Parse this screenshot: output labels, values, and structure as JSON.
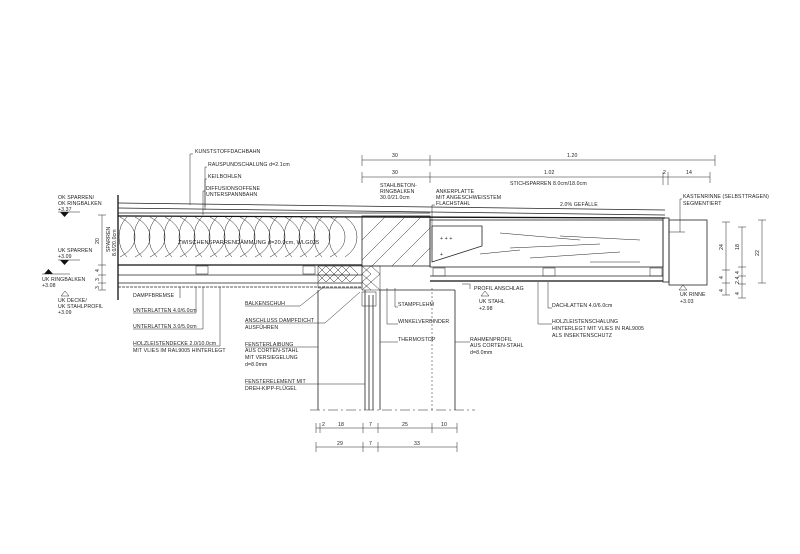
{
  "title": "Detail Dachanschluss / Fenster",
  "top_dims": {
    "row1": [
      "30",
      "1.20"
    ],
    "row2": [
      "30",
      "1.02",
      "2",
      "14"
    ]
  },
  "bottom_dims": {
    "row1": [
      "2",
      "18",
      "7",
      "25",
      "10"
    ],
    "row2": [
      "29",
      "7",
      "33"
    ]
  },
  "right_dims": {
    "col1": [
      "24",
      "4",
      "4"
    ],
    "col2": [
      "18",
      "4",
      "2.4",
      "4"
    ],
    "col3": [
      "22"
    ]
  },
  "left_dims": [
    "20",
    "4",
    "3",
    "3"
  ],
  "levels": {
    "ok_sparren": [
      "OK SPARREN/",
      "OK RINGBALKEN",
      "+3.37"
    ],
    "uk_sparren": [
      "UK SPARREN",
      "+3.09"
    ],
    "uk_ringbalken": [
      "UK RINGBALKEN",
      "+3.08"
    ],
    "uk_decke": [
      "UK DECKE/",
      "UK STAHLPROFIL",
      "+3.09"
    ],
    "uk_stahl": [
      "UK STAHL",
      "+2.98"
    ],
    "uk_rinne": [
      "UK RINNE",
      "+3.03"
    ]
  },
  "labels": {
    "kunststoffdachbahn": "KUNSTSTOFFDACHBAHN",
    "rauspund": "RAUSPUNDSCHALUNG d=2.1cm",
    "keilbohlen": "KEILBOHLEN",
    "diffusion": [
      "DIFFUSIONSOFFENE",
      "UNTERSPANNBAHN"
    ],
    "daemmung": "ZWISCHENSPARRENDÄMMUNG d=20.0cm, WLG035",
    "sparren": [
      "SPARREN",
      "8.0/20.0cm"
    ],
    "dampfbremse": "DAMPFBREMSE",
    "unterlatten1": "UNTERLATTEN 4.0/6.0cm",
    "unterlatten2": "UNTERLATTEN 3.0/5.0cm",
    "holzleistendecke": [
      "HOLZLEISTENDECKE 2.0/10.0cm",
      "MIT VLIES IM RAL9005 HINTERLEGT"
    ],
    "balkenschuh": "BALKENSCHUH",
    "anschluss": [
      "ANSCHLUSS DAMPFDICHT",
      "AUSFÜHREN"
    ],
    "fensterlaibung": [
      "FENSTERLAIBUNG",
      "AUS CORTEN-STAHL",
      "MIT VERSIEGELUNG",
      "d=8.0mm"
    ],
    "fensterelement": [
      "FENSTERELEMENT MIT",
      "DREH-KIPP-FLÜGEL"
    ],
    "ringbalken": [
      "STAHLBETON-",
      "RINGBALKEN",
      "30.0/21.0cm"
    ],
    "ankerplatte": [
      "ANKERPLATTE",
      "MIT ANGESCHWEISSTEM",
      "FLACHSTAHL"
    ],
    "stichsparren": "STICHSPARREN 8.0cm/18.0cm",
    "gefaelle": "2.0% GEFÄLLE",
    "kastenrinne": [
      "KASTENRINNE (SELBSTTRAGEN)",
      "SEGMENTIERT"
    ],
    "profil_anschlag": "PROFIL ANSCHLAG",
    "stampflehm": "STAMPFLEHM",
    "winkelverbinder": "WINKELVERBINDER",
    "thermostop": "THERMOSTOP",
    "rahmenprofil": [
      "RAHMENPROFIL",
      "AUS CORTEN-STAHL",
      "d=8.0mm"
    ],
    "dachlatten": "DACHLATTEN 4.0/6.0cm",
    "holzleistenschalung": [
      "HOLZLEISTENSCHALUNG",
      "HINTERLEGT MIT VLIES IN RAL9005",
      "ALS INSEKTENSCHUTZ"
    ]
  }
}
